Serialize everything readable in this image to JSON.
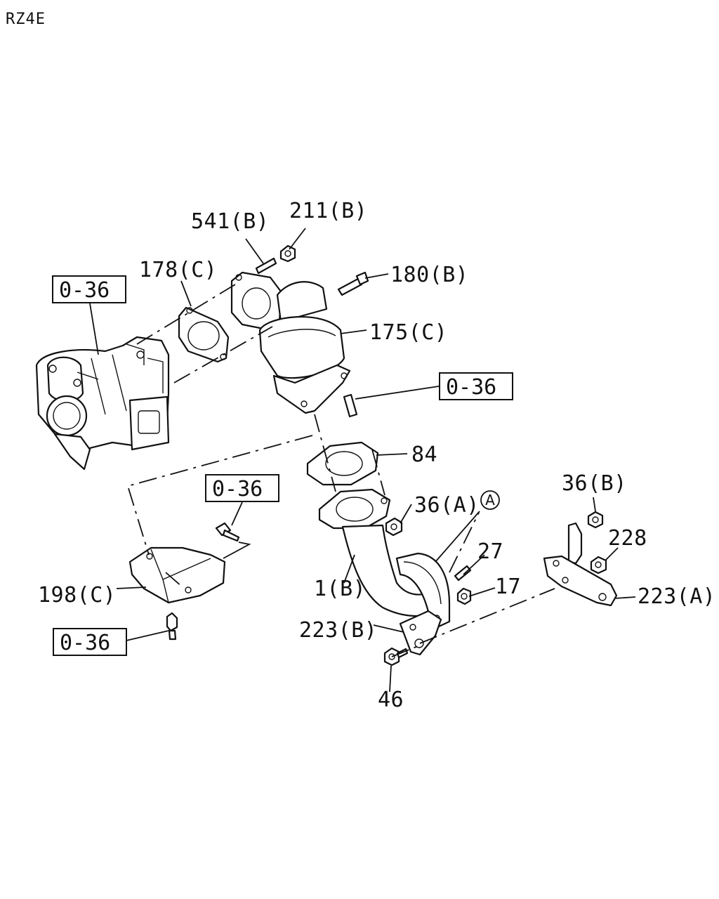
{
  "diagram": {
    "code": "RZ4E",
    "reference_label": "0-36",
    "circle_ref": "A",
    "callouts": {
      "c541b": "541(B)",
      "c211b": "211(B)",
      "c178c": "178(C)",
      "c180b": "180(B)",
      "c175c": "175(C)",
      "c84": "84",
      "c36a": "36(A)",
      "c36b": "36(B)",
      "c228": "228",
      "c27": "27",
      "c17": "17",
      "c1b": "1(B)",
      "c223a": "223(A)",
      "c223b": "223(B)",
      "c198c": "198(C)",
      "c46": "46"
    }
  }
}
